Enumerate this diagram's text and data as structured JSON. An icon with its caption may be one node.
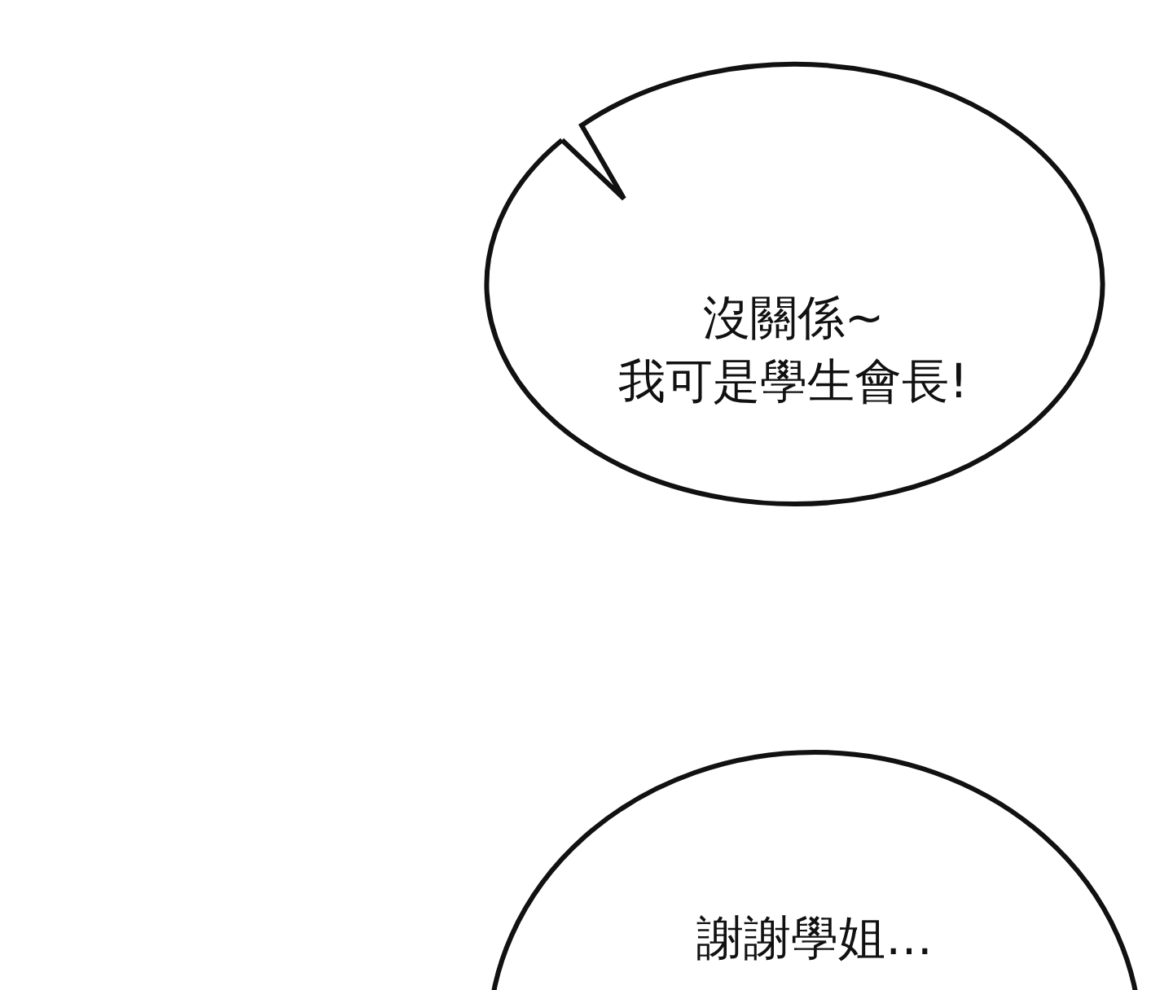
{
  "diagram": {
    "nodes": [
      {
        "text": [
          "沒關係~",
          "我可是學生會長!"
        ]
      },
      {
        "text": [
          "謝謝學姐…"
        ]
      }
    ]
  }
}
